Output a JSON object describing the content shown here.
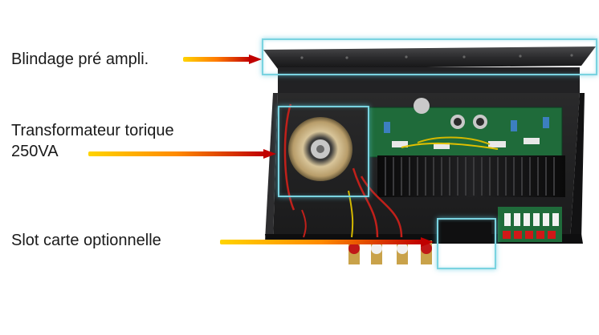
{
  "callouts": [
    {
      "label": "Blindage pré ampli."
    },
    {
      "line1": "Transformateur torique",
      "line2": "250VA"
    },
    {
      "label": "Slot carte optionnelle"
    }
  ],
  "colors": {
    "arrow_start": "#ffd400",
    "arrow_end": "#c00000",
    "highlight": "#7ad3e0",
    "chassis": "#1b1b1c",
    "pcb": "#1f6b3a"
  },
  "icons": [
    "arrow-right-icon"
  ]
}
